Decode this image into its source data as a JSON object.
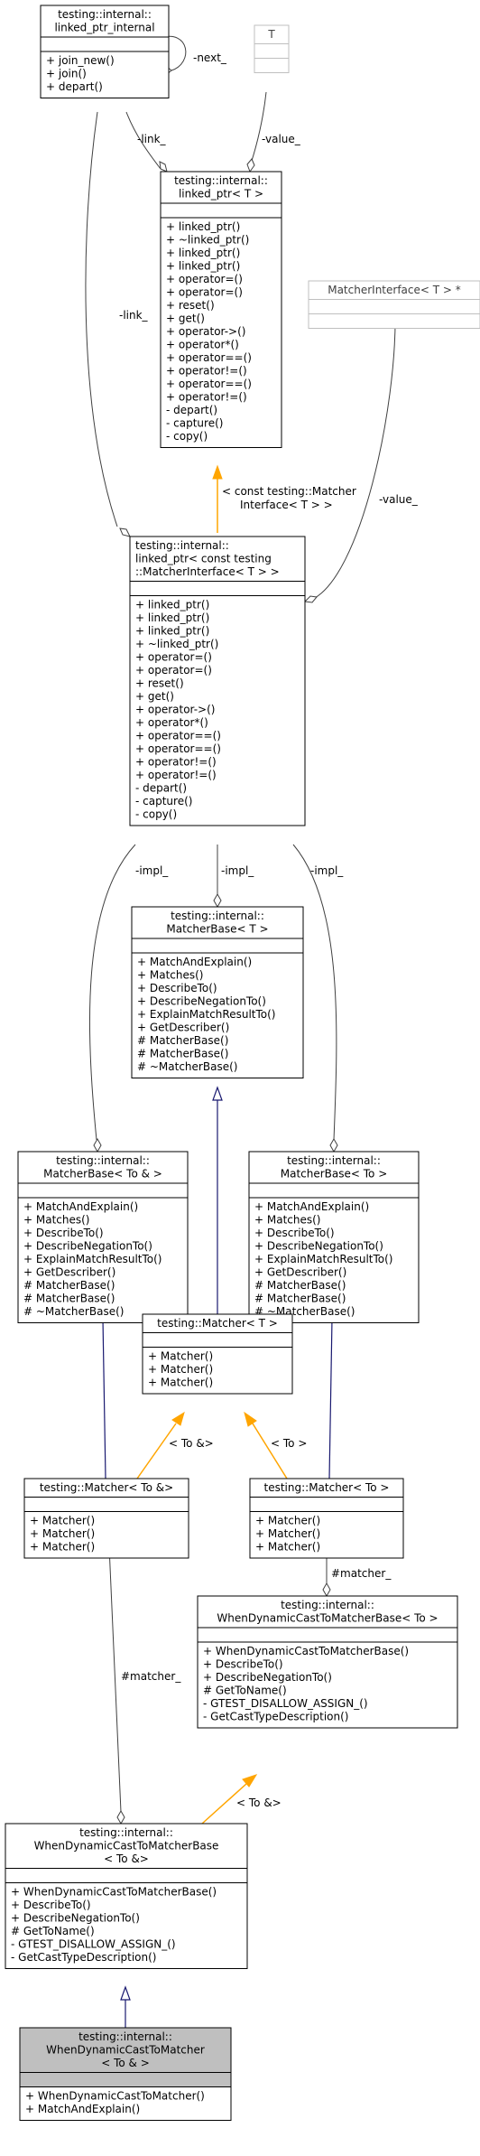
{
  "diagram": {
    "nodes": {
      "linked_ptr_internal": {
        "title": [
          "testing::internal::",
          "linked_ptr_internal"
        ],
        "members": [],
        "methods": [
          "+ join_new()",
          "+ join()",
          "+ depart()"
        ]
      },
      "T": {
        "title": [
          "T"
        ],
        "members": [],
        "methods": []
      },
      "linked_ptr_T": {
        "title": [
          "testing::internal::",
          "linked_ptr< T >"
        ],
        "members": [],
        "methods": [
          "+ linked_ptr()",
          "+ ~linked_ptr()",
          "+ linked_ptr()",
          "+ linked_ptr()",
          "+ operator=()",
          "+ operator=()",
          "+ reset()",
          "+ get()",
          "+ operator->()",
          "+ operator*()",
          "+ operator==()",
          "+ operator!=()",
          "+ operator==()",
          "+ operator!=()",
          "- depart()",
          "- capture()",
          "- copy()"
        ]
      },
      "MatcherInterface": {
        "title": [
          "MatcherInterface< T > *"
        ],
        "members": [],
        "methods": []
      },
      "linked_ptr_const": {
        "title": [
          "testing::internal::",
          "linked_ptr< const testing",
          "::MatcherInterface< T > >"
        ],
        "members": [],
        "methods": [
          "+ linked_ptr()",
          "+ linked_ptr()",
          "+ linked_ptr()",
          "+ ~linked_ptr()",
          "+ operator=()",
          "+ operator=()",
          "+ reset()",
          "+ get()",
          "+ operator->()",
          "+ operator*()",
          "+ operator==()",
          "+ operator==()",
          "+ operator!=()",
          "+ operator!=()",
          "- depart()",
          "- capture()",
          "- copy()"
        ]
      },
      "MatcherBase_T": {
        "title": [
          "testing::internal::",
          "MatcherBase< T >"
        ],
        "members": [],
        "methods": [
          "+ MatchAndExplain()",
          "+ Matches()",
          "+ DescribeTo()",
          "+ DescribeNegationTo()",
          "+ ExplainMatchResultTo()",
          "+ GetDescriber()",
          "# MatcherBase()",
          "# MatcherBase()",
          "# ~MatcherBase()"
        ]
      },
      "MatcherBase_ToRef": {
        "title": [
          "testing::internal::",
          "MatcherBase< To & >"
        ],
        "members": [],
        "methods": [
          "+ MatchAndExplain()",
          "+ Matches()",
          "+ DescribeTo()",
          "+ DescribeNegationTo()",
          "+ ExplainMatchResultTo()",
          "+ GetDescriber()",
          "# MatcherBase()",
          "# MatcherBase()",
          "# ~MatcherBase()"
        ]
      },
      "MatcherBase_To": {
        "title": [
          "testing::internal::",
          "MatcherBase< To >"
        ],
        "members": [],
        "methods": [
          "+ MatchAndExplain()",
          "+ Matches()",
          "+ DescribeTo()",
          "+ DescribeNegationTo()",
          "+ ExplainMatchResultTo()",
          "+ GetDescriber()",
          "# MatcherBase()",
          "# MatcherBase()",
          "# ~MatcherBase()"
        ]
      },
      "Matcher_T": {
        "title": [
          "testing::Matcher< T >"
        ],
        "members": [],
        "methods": [
          "+ Matcher()",
          "+ Matcher()",
          "+ Matcher()"
        ]
      },
      "Matcher_ToRef": {
        "title": [
          "testing::Matcher< To &>"
        ],
        "members": [],
        "methods": [
          "+ Matcher()",
          "+ Matcher()",
          "+ Matcher()"
        ]
      },
      "Matcher_To": {
        "title": [
          "testing::Matcher< To >"
        ],
        "members": [],
        "methods": [
          "+ Matcher()",
          "+ Matcher()",
          "+ Matcher()"
        ]
      },
      "WDCBase_To": {
        "title": [
          "testing::internal::",
          "WhenDynamicCastToMatcherBase< To >"
        ],
        "members": [],
        "methods": [
          "+ WhenDynamicCastToMatcherBase()",
          "+ DescribeTo()",
          "+ DescribeNegationTo()",
          "# GetToName()",
          "- GTEST_DISALLOW_ASSIGN_()",
          "- GetCastTypeDescription()"
        ]
      },
      "WDCBase_ToRef": {
        "title": [
          "testing::internal::",
          "WhenDynamicCastToMatcherBase",
          "< To &>"
        ],
        "members": [],
        "methods": [
          "+ WhenDynamicCastToMatcherBase()",
          "+ DescribeTo()",
          "+ DescribeNegationTo()",
          "# GetToName()",
          "- GTEST_DISALLOW_ASSIGN_()",
          "- GetCastTypeDescription()"
        ]
      },
      "WDC_ToRef": {
        "title": [
          "testing::internal::",
          "WhenDynamicCastToMatcher",
          "< To & >"
        ],
        "members": [],
        "methods": [
          "+ WhenDynamicCastToMatcher()",
          "+ MatchAndExplain()"
        ]
      }
    },
    "edge_labels": {
      "next": "-next_",
      "link1": "-link_",
      "link2": "-link_",
      "value1": "-value_",
      "value2": "-value_",
      "template_const": [
        "< const testing::Matcher",
        "Interface< T > >"
      ],
      "impl1": "-impl_",
      "impl2": "-impl_",
      "impl3": "-impl_",
      "to_ref1": "< To &>",
      "to1": "< To >",
      "matcher1": "#matcher_",
      "matcher2": "#matcher_",
      "to_ref2": "< To &>"
    }
  }
}
